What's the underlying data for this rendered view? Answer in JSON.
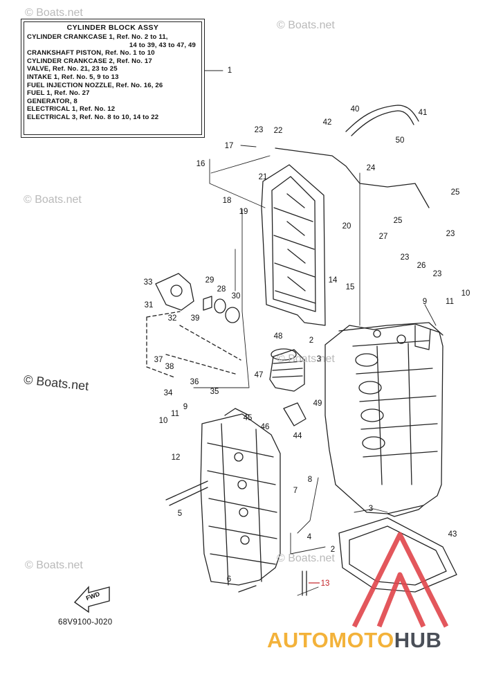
{
  "legend": {
    "title": "CYLINDER BLOCK ASSY",
    "lines": [
      {
        "text": "CYLINDER CRANKCASE 1,  Ref. No. 2 to 11,",
        "align": "left"
      },
      {
        "text": "14 to 39, 43 to 47, 49",
        "align": "right"
      },
      {
        "text": "CRANKSHAFT PISTON,  Ref. No. 1 to 10",
        "align": "left"
      },
      {
        "text": "CYLINDER CRANKCASE 2,  Ref. No. 17",
        "align": "left"
      },
      {
        "text": "VALVE,  Ref. No. 21, 23 to 25",
        "align": "left"
      },
      {
        "text": "INTAKE 1,  Ref. No. 5, 9 to 13",
        "align": "left"
      },
      {
        "text": "FUEL INJECTION NOZZLE,  Ref. No. 16, 26",
        "align": "left"
      },
      {
        "text": "FUEL 1,  Ref. No. 27",
        "align": "left"
      },
      {
        "text": "GENERATOR, 8",
        "align": "left"
      },
      {
        "text": "ELECTRICAL 1,  Ref. No. 12",
        "align": "left"
      },
      {
        "text": "ELECTRICAL 3,  Ref. No. 8 to 10, 14 to 22",
        "align": "left"
      }
    ]
  },
  "callouts": [
    {
      "id": "1",
      "label": "1"
    },
    {
      "id": "2a",
      "label": "2"
    },
    {
      "id": "2b",
      "label": "2"
    },
    {
      "id": "3a",
      "label": "3"
    },
    {
      "id": "3b",
      "label": "3"
    },
    {
      "id": "4",
      "label": "4"
    },
    {
      "id": "5",
      "label": "5"
    },
    {
      "id": "6",
      "label": "6"
    },
    {
      "id": "7",
      "label": "7"
    },
    {
      "id": "8",
      "label": "8"
    },
    {
      "id": "9a",
      "label": "9"
    },
    {
      "id": "9b",
      "label": "9"
    },
    {
      "id": "10a",
      "label": "10"
    },
    {
      "id": "10b",
      "label": "10"
    },
    {
      "id": "11a",
      "label": "11"
    },
    {
      "id": "11b",
      "label": "11"
    },
    {
      "id": "12",
      "label": "12"
    },
    {
      "id": "13",
      "label": "13"
    },
    {
      "id": "14",
      "label": "14"
    },
    {
      "id": "15",
      "label": "15"
    },
    {
      "id": "16",
      "label": "16"
    },
    {
      "id": "17",
      "label": "17"
    },
    {
      "id": "18",
      "label": "18"
    },
    {
      "id": "19",
      "label": "19"
    },
    {
      "id": "20",
      "label": "20"
    },
    {
      "id": "21",
      "label": "21"
    },
    {
      "id": "22",
      "label": "22"
    },
    {
      "id": "23a",
      "label": "23"
    },
    {
      "id": "23b",
      "label": "23"
    },
    {
      "id": "23c",
      "label": "23"
    },
    {
      "id": "23d",
      "label": "23"
    },
    {
      "id": "24",
      "label": "24"
    },
    {
      "id": "25a",
      "label": "25"
    },
    {
      "id": "25b",
      "label": "25"
    },
    {
      "id": "26",
      "label": "26"
    },
    {
      "id": "27",
      "label": "27"
    },
    {
      "id": "28",
      "label": "28"
    },
    {
      "id": "29",
      "label": "29"
    },
    {
      "id": "30",
      "label": "30"
    },
    {
      "id": "31",
      "label": "31"
    },
    {
      "id": "32",
      "label": "32"
    },
    {
      "id": "33",
      "label": "33"
    },
    {
      "id": "34",
      "label": "34"
    },
    {
      "id": "35",
      "label": "35"
    },
    {
      "id": "36",
      "label": "36"
    },
    {
      "id": "37",
      "label": "37"
    },
    {
      "id": "38",
      "label": "38"
    },
    {
      "id": "39",
      "label": "39"
    },
    {
      "id": "40",
      "label": "40"
    },
    {
      "id": "41",
      "label": "41"
    },
    {
      "id": "42",
      "label": "42"
    },
    {
      "id": "43",
      "label": "43"
    },
    {
      "id": "44",
      "label": "44"
    },
    {
      "id": "45",
      "label": "45"
    },
    {
      "id": "46",
      "label": "46"
    },
    {
      "id": "47",
      "label": "47"
    },
    {
      "id": "48",
      "label": "48"
    },
    {
      "id": "49",
      "label": "49"
    },
    {
      "id": "50",
      "label": "50"
    }
  ],
  "fwd_label": "FWD",
  "diagram_code": "68V9100-J020",
  "watermarks": [
    {
      "id": "wm1",
      "text": "© Boats.net"
    },
    {
      "id": "wm2",
      "text": "© Boats.net"
    },
    {
      "id": "wm3",
      "text": "© Boats.net"
    },
    {
      "id": "wm4",
      "text": "© Boats.net"
    },
    {
      "id": "wm5",
      "text": "© Boats.net"
    },
    {
      "id": "wm6",
      "text": "© Boats.net"
    },
    {
      "id": "wm7",
      "text": "© Boats.net"
    }
  ],
  "brand": {
    "part1": "AUTOMOTO",
    "part2": "HUB",
    "color1": "#f3b23a",
    "color2": "#4a4f58",
    "logo_color": "#e0454b"
  },
  "highlight_color": "#c21f24"
}
